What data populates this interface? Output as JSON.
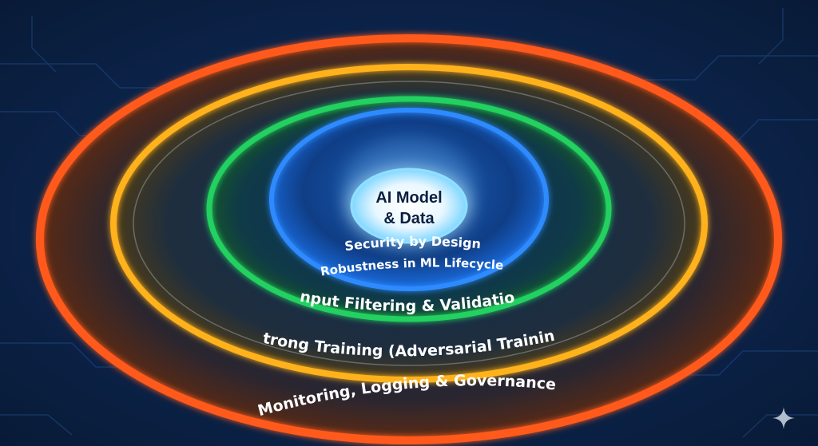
{
  "diagram": {
    "core": {
      "line1": "AI Model",
      "line2": "& Data"
    },
    "layers": [
      {
        "id": "security-by-design",
        "line1": "Security by Design",
        "line2": "(Robustness in ML Lifecycle)",
        "color": "#2e8bff"
      },
      {
        "id": "input-filtering",
        "line1": "Input Filtering & Validation",
        "color": "#22d160"
      },
      {
        "id": "strong-training",
        "line1": "Strong Training (Adversarial Training)",
        "color": "#ffb21f"
      },
      {
        "id": "monitoring",
        "line1": "Monitoring, Logging & Governance",
        "color": "#ff5a1f"
      }
    ]
  },
  "icons": {
    "corner": "sparkle-icon"
  }
}
